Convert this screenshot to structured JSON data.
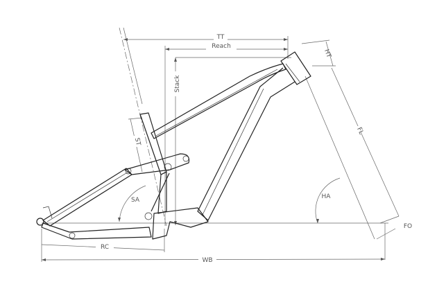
{
  "diagram": {
    "title": "Bike frame geometry",
    "labels": {
      "tt": "TT",
      "reach": "Reach",
      "ht": "HT",
      "stack": "Stack",
      "st": "ST",
      "fl": "FL",
      "sa": "SA",
      "ha": "HA",
      "fo": "FO",
      "rc": "RC",
      "wb": "WB"
    }
  }
}
